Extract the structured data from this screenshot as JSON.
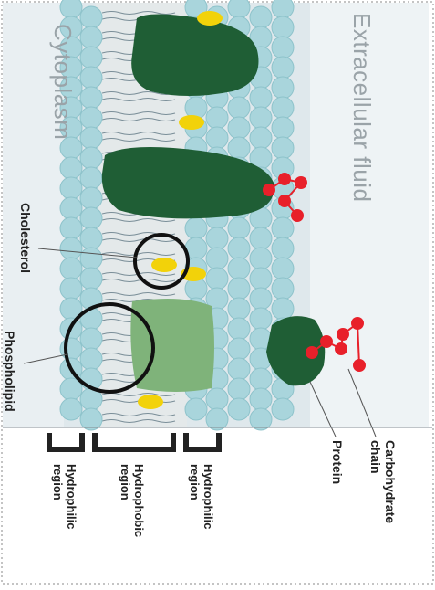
{
  "labels": {
    "cytoplasm": "Cytoplasm",
    "extracellular": "Extracellular fluid",
    "cholesterol": "Cholesterol",
    "phospholipid": "Phospholipid",
    "protein": "Protein",
    "carbohydrate_line1": "Carbohydrate",
    "carbohydrate_line2": "chain",
    "hydrophilic_a_l1": "Hydrophilic",
    "hydrophilic_a_l2": "region",
    "hydrophobic_l1": "Hydrophobic",
    "hydrophobic_l2": "region",
    "hydrophilic_b_l1": "Hydrophilic",
    "hydrophilic_b_l2": "region"
  },
  "colors": {
    "head": "#a9d5dc",
    "head_stroke": "#8ec3cb",
    "protein_dark": "#1f5e35",
    "protein_light": "#7fb37a",
    "cholesterol": "#f2d20a",
    "carbohydrate": "#e8202a",
    "outline": "#111111",
    "background_band": "#dde6ea"
  }
}
